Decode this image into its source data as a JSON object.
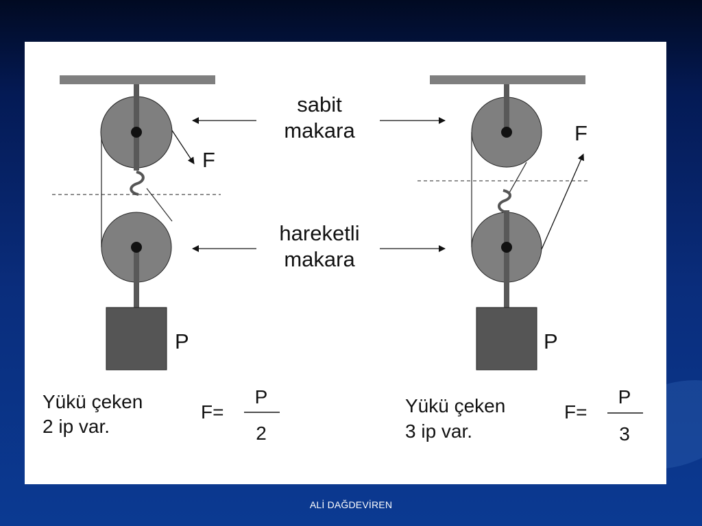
{
  "diagram": {
    "labels": {
      "fixed_pulley": [
        "sabit",
        "makara"
      ],
      "movable_pulley": [
        "hareketli",
        "makara"
      ],
      "force": "F",
      "load": "P"
    },
    "left_system": {
      "caption": [
        "Yükü çeken",
        "2 ip var."
      ],
      "formula": {
        "lhs": "F=",
        "numerator": "P",
        "denominator": "2"
      }
    },
    "right_system": {
      "caption": [
        "Yükü çeken",
        "3 ip var."
      ],
      "formula": {
        "lhs": "F=",
        "numerator": "P",
        "denominator": "3"
      }
    }
  },
  "footer": {
    "author": "ALİ DAĞDEVİREN"
  },
  "colors": {
    "pulley": "#7f7f7f",
    "rod": "#595959",
    "load": "#555555",
    "panel": "#ffffff"
  }
}
